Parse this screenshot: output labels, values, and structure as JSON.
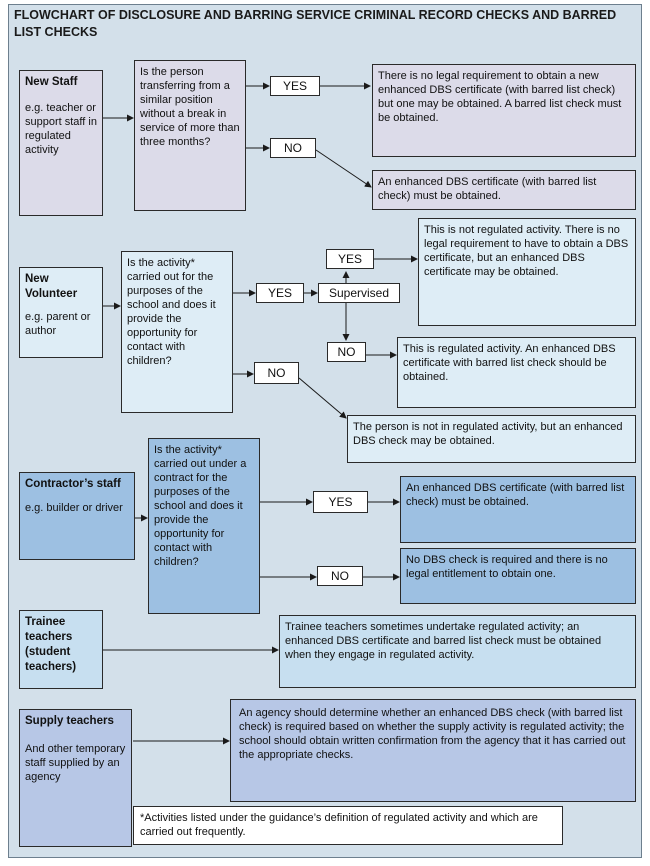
{
  "title": "FLOWCHART OF DISCLOSURE AND BARRING SERVICE CRIMINAL RECORD CHECKS AND BARRED LIST CHECKS",
  "new_staff": {
    "label": "New Staff",
    "example": "e.g. teacher or support staff in regulated activity",
    "question": "Is the person transferring from a similar position without a break in service of more than three months?",
    "yes": "YES",
    "no": "NO",
    "yes_outcome": "There is no legal requirement to obtain a new enhanced DBS certificate (with barred list check) but one may be obtained. A barred list check must be obtained.",
    "no_outcome": "An enhanced DBS certificate (with barred list check) must be obtained."
  },
  "new_volunteer": {
    "label": "New Volunteer",
    "example": "e.g. parent or author",
    "question": "Is the activity* carried out for the purposes of the school and does it provide the opportunity for contact with children?",
    "yes": "YES",
    "no": "NO",
    "supervised": "Supervised",
    "supervised_yes": "YES",
    "supervised_no": "NO",
    "supervised_yes_outcome": "This is not regulated activity. There is no legal requirement to have to obtain a DBS certificate, but an enhanced DBS certificate may be obtained.",
    "supervised_no_outcome": "This is regulated activity. An enhanced DBS certificate with barred list check should be obtained.",
    "no_outcome": "The person is not in regulated activity, but an enhanced DBS check may be obtained."
  },
  "contractor": {
    "label": "Contractor’s staff",
    "example": "e.g. builder or driver",
    "question": "Is the activity* carried out under a contract for the purposes of the school and does it provide the opportunity for contact with children?",
    "yes": "YES",
    "no": "NO",
    "yes_outcome": "An enhanced DBS certificate (with barred list check) must be obtained.",
    "no_outcome": "No DBS check is required and there is no legal entitlement to obtain one."
  },
  "trainee": {
    "label": "Trainee teachers (student teachers)",
    "outcome": "Trainee teachers sometimes undertake regulated activity; an enhanced DBS certificate and barred list check must be obtained when they engage in regulated activity."
  },
  "supply": {
    "label": "Supply teachers",
    "example": "And other temporary staff supplied by an agency",
    "outcome": "An agency should determine whether an enhanced DBS check (with barred list check) is required based on whether the supply activity is regulated activity; the school should obtain written confirmation from the agency that it has carried out the appropriate checks."
  },
  "footnote": "*Activities listed under the guidance’s definition of regulated activity and which are carried out frequently."
}
